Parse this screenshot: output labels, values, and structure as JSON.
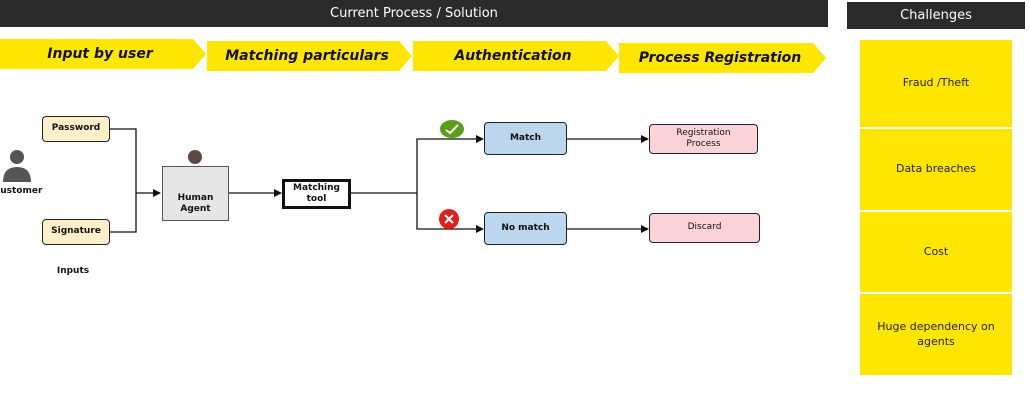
{
  "header": {
    "process_title": "Current Process / Solution",
    "challenges_title": "Challenges"
  },
  "stages": [
    {
      "label": "Input by user"
    },
    {
      "label": "Matching particulars"
    },
    {
      "label": "Authentication"
    },
    {
      "label": "Process Registration"
    }
  ],
  "diagram": {
    "customer_label": "Customer",
    "inputs_caption": "Inputs",
    "password_label": "Password",
    "signature_label": "Signature",
    "agent_label": "Human\nAgent",
    "tool_label": "Matching\ntool",
    "match_label": "Match",
    "no_match_label": "No match",
    "registration_label": "Registration\nProcess",
    "discard_label": "Discard"
  },
  "challenges": [
    {
      "label": "Fraud /Theft"
    },
    {
      "label": "Data breaches"
    },
    {
      "label": "Cost"
    },
    {
      "label": "Huge dependency on\nagents"
    }
  ],
  "colors": {
    "banner": "#2b2b2b",
    "stage_yellow": "#ffe600",
    "challenge_yellow": "#ffe600",
    "input_fill": "#fdf0c8",
    "result_fill": "#bcd6ee",
    "outcome_fill": "#fbd3d8",
    "success_green": "#5a9e1a",
    "fail_red": "#e0201b"
  },
  "icons": {
    "customer": "person-icon",
    "agent": "person-icon",
    "match_status": "check-icon",
    "no_match_status": "cross-icon"
  }
}
